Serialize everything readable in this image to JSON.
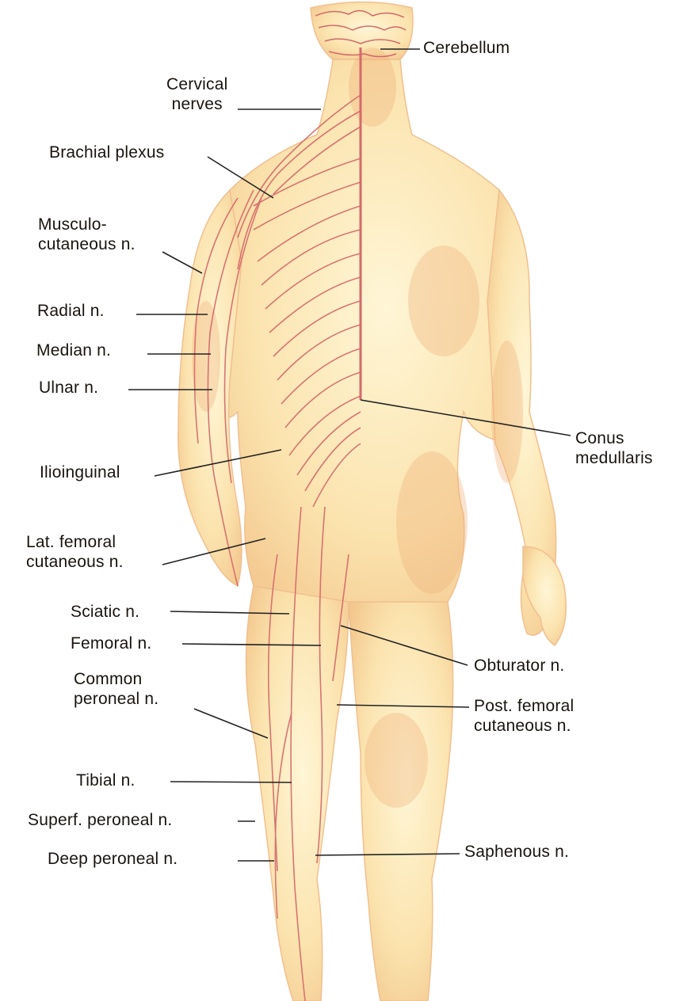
{
  "labels": {
    "cerebellum": "Cerebellum",
    "cervical_1": "Cervical",
    "cervical_2": "nerves",
    "brachial_plexus": "Brachial plexus",
    "musculo_1": "Musculo-",
    "musculo_2": "cutaneous n.",
    "radial": "Radial n.",
    "median": "Median n.",
    "ulnar": "Ulnar n.",
    "ilioinguinal": "Ilioinguinal",
    "lat_fem_1": "Lat. femoral",
    "lat_fem_2": "cutaneous n.",
    "sciatic": "Sciatic n.",
    "femoral": "Femoral n.",
    "common_peroneal_1": "Common",
    "common_peroneal_2": "peroneal n.",
    "tibial": "Tibial n.",
    "superf_peroneal": "Superf. peroneal n.",
    "deep_peroneal": "Deep peroneal n.",
    "conus_1": "Conus",
    "conus_2": "medullaris",
    "obturator": "Obturator n.",
    "post_fem_1": "Post. femoral",
    "post_fem_2": "cutaneous n.",
    "saphenous": "Saphenous n."
  },
  "colors": {
    "skin_light": "#fdf0c4",
    "skin_mid": "#f7d79a",
    "skin_shadow": "#efb67e",
    "nerve": "#d4686a",
    "leader": "#222222",
    "text": "#1a1410"
  }
}
